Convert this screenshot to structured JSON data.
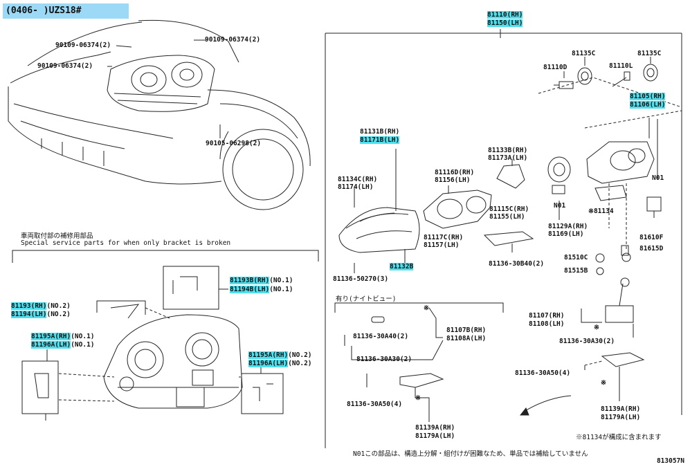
{
  "header": {
    "text": "(0406-       )UZS18#"
  },
  "diagram_code": "813057N",
  "notes": {
    "special_jp": "車両取付部の補修用部品",
    "special_en": "Special service parts for when only bracket is broken",
    "night_view": "有り(ナイトビュー)",
    "n01_jp": "N01この部品は、構造上分解・組付けが困難なため、単品では補給していません",
    "asterisk_note": "※81134が構成に含まれます"
  },
  "labels": {
    "p90109a": "90109-06374(2)",
    "p90109b": "90109-06374(2)",
    "p90109c": "90109-06374(2)",
    "p90105": "90105-06298(2)",
    "p81110": "81110(RH)",
    "p81150": "81150(LH)",
    "p81135c1": "81135C",
    "p81135c2": "81135C",
    "p81110d": "81110D",
    "p81110l": "81110L",
    "p81105": "81105(RH)",
    "p81106": "81106(LH)",
    "p81131b": "81131B(RH)",
    "p81171b": "81171B(LH)",
    "p81133b": "81133B(RH)",
    "p81173a": "81173A(LH)",
    "p81134c": "81134C(RH)",
    "p81174": "81174(LH)",
    "p81116d": "81116D(RH)",
    "p81156": "81156(LH)",
    "p81115c": "81115C(RH)",
    "p81155": "81155(LH)",
    "p81117c": "81117C(RH)",
    "p81157": "81157(LH)",
    "p81132b": "81132B",
    "p81136_50270": "81136-50270(3)",
    "p81136_30b40": "81136-30B40(2)",
    "pN01a": "N01",
    "pN01b": "N01",
    "p81134": "※81134",
    "p81129a": "81129A(RH)",
    "p81169": "81169(LH)",
    "p81510c": "81510C",
    "p81515b": "81515B",
    "p81610f": "81610F",
    "p81615d": "81615D",
    "p81193b_rh": "81193B(RH)",
    "p81193b_no": "(NO.1)",
    "p81194b_lh": "81194B(LH)",
    "p81194b_no": "(NO.1)",
    "p81193_rh": "81193(RH)",
    "p81193_no": "(NO.2)",
    "p81194_lh": "81194(LH)",
    "p81194_no": "(NO.2)",
    "p81195a_rh": "81195A(RH)",
    "p81195a_no": "(NO.1)",
    "p81196a_lh": "81196A(LH)",
    "p81196a_no": "(NO.1)",
    "p81195a2_rh": "81195A(RH)",
    "p81195a2_no": "(NO.2)",
    "p81196a2_lh": "81196A(LH)",
    "p81196a2_no": "(NO.2)",
    "p81107": "81107(RH)",
    "p81108": "81108(LH)",
    "p81136_30a30b": "81136-30A30(2)",
    "p81136_30a50b": "81136-30A50(4)",
    "p81139a_b": "81139A(RH)",
    "p81179a_b": "81179A(LH)",
    "p81136_30a40": "81136-30A40(2)",
    "p81136_30a30a": "81136-30A30(2)",
    "p81107b": "81107B(RH)",
    "p81108a": "81108A(LH)",
    "p81136_30a50a": "81136-30A50(4)",
    "p81139a_a": "81139A(RH)",
    "p81179a_a": "81179A(LH)",
    "star": "※"
  }
}
